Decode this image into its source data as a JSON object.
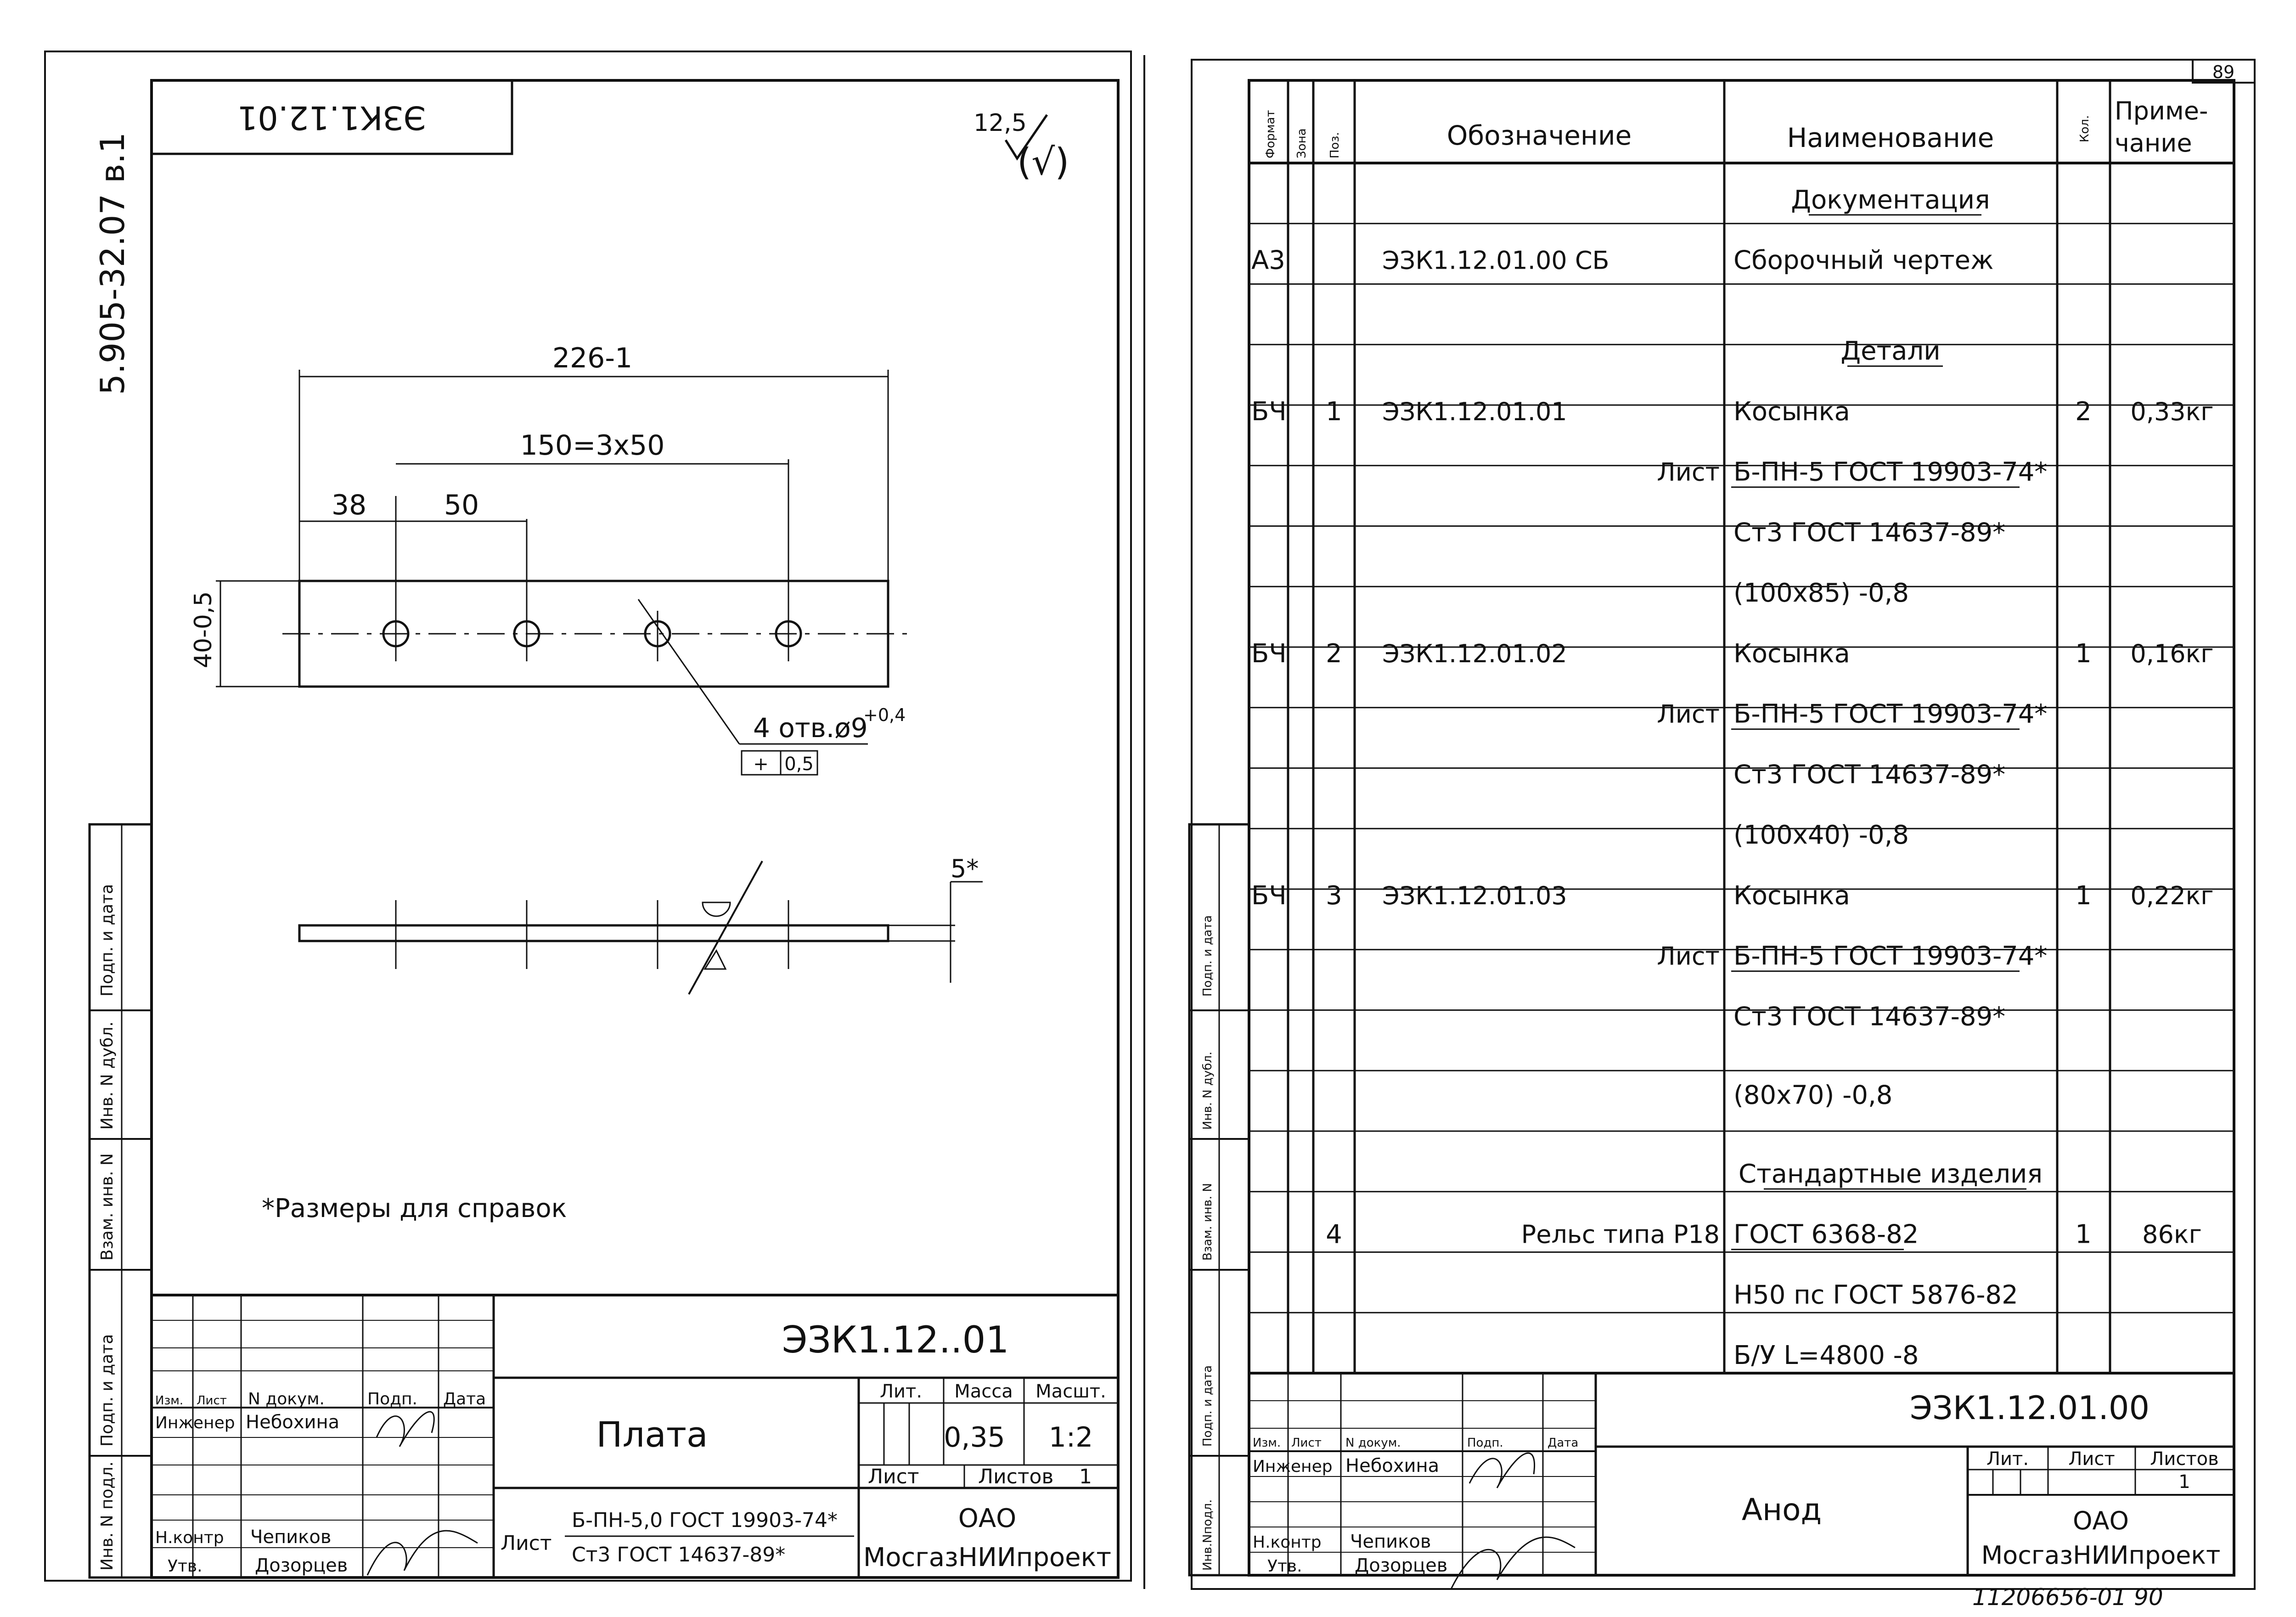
{
  "page_number": "89",
  "left_sheet": {
    "vertical_code": "5.905-32.07 в.1",
    "top_stamp": "ЭЗК1.12.01",
    "roughness": {
      "value": "12,5",
      "paren": "(√)"
    },
    "dimensions": {
      "overall": "226-1",
      "pitch": "150=3х50",
      "first_offset": "38",
      "spacing": "50",
      "height": "40-0,5",
      "holes": "4 отв.ø9",
      "hole_tol": "+0,4",
      "position_sym": "+",
      "position_tol": "0,5",
      "thickness": "5*"
    },
    "note": "*Размеры для справок",
    "side_labels": {
      "sign_date_1": "Подп. и дата",
      "inv_dup": "Инв. N дубл.",
      "vzam_inv": "Взам. инв. N",
      "sign_date_2": "Подп. и дата",
      "inv_orig": "Инв. N подл."
    },
    "title_block": {
      "designation": "ЭЗК1.12..01",
      "name": "Плата",
      "col_izm": "Изм.",
      "col_list": "Лист",
      "col_ndok": "N докум.",
      "col_podp": "Подп.",
      "col_data": "Дата",
      "engineer_role": "Инженер",
      "engineer_name": "Небохина",
      "control_role": "Н.контр",
      "control_name": "Чепиков",
      "approve_role": "Утв.",
      "approve_name": "Дозорцев",
      "lit_label": "Лит.",
      "mass_label": "Масса",
      "scale_label": "Масшт.",
      "mass": "0,35",
      "scale": "1:2",
      "sheet_label": "Лист",
      "sheets_label": "Листов",
      "sheets_value": "1",
      "material_label": "Лист",
      "material_1": "Б-ПН-5,0 ГОСТ 19903-74*",
      "material_2": "Ст3 ГОСТ 14637-89*",
      "org_1": "ОАО",
      "org_2": "МосгазНИИпроект"
    }
  },
  "right_sheet": {
    "headers": {
      "format": "Формат",
      "zone": "Зона",
      "pos": "Поз.",
      "designation": "Обозначение",
      "name": "Наименование",
      "qty": "Кол.",
      "note_1": "Приме-",
      "note_2": "чание"
    },
    "rows": [
      {
        "fmt": "",
        "pos": "",
        "des": "",
        "name": "Документация",
        "qty": "",
        "note": ""
      },
      {
        "fmt": "А3",
        "pos": "",
        "des": "ЭЗК1.12.01.00 СБ",
        "name": "Сборочный чертеж",
        "qty": "",
        "note": ""
      },
      {
        "fmt": "",
        "pos": "",
        "des": "",
        "name": "Детали",
        "qty": "",
        "note": ""
      },
      {
        "fmt": "БЧ",
        "pos": "1",
        "des": "ЭЗК1.12.01.01",
        "name": "Косынка",
        "qty": "2",
        "note": "0,33кг"
      },
      {
        "fmt": "",
        "pos": "",
        "des": "Лист",
        "name": "Б-ПН-5 ГОСТ 19903-74*",
        "qty": "",
        "note": ""
      },
      {
        "fmt": "",
        "pos": "",
        "des": "",
        "name": "Ст3 ГОСТ 14637-89*",
        "qty": "",
        "note": ""
      },
      {
        "fmt": "",
        "pos": "",
        "des": "",
        "name": "(100х85) -0,8",
        "qty": "",
        "note": ""
      },
      {
        "fmt": "БЧ",
        "pos": "2",
        "des": "ЭЗК1.12.01.02",
        "name": "Косынка",
        "qty": "1",
        "note": "0,16кг"
      },
      {
        "fmt": "",
        "pos": "",
        "des": "Лист",
        "name": "Б-ПН-5 ГОСТ 19903-74*",
        "qty": "",
        "note": ""
      },
      {
        "fmt": "",
        "pos": "",
        "des": "",
        "name": "Ст3 ГОСТ 14637-89*",
        "qty": "",
        "note": ""
      },
      {
        "fmt": "",
        "pos": "",
        "des": "",
        "name": "(100х40) -0,8",
        "qty": "",
        "note": ""
      },
      {
        "fmt": "БЧ",
        "pos": "3",
        "des": "ЭЗК1.12.01.03",
        "name": "Косынка",
        "qty": "1",
        "note": "0,22кг"
      },
      {
        "fmt": "",
        "pos": "",
        "des": "Лист",
        "name": "Б-ПН-5 ГОСТ 19903-74*",
        "qty": "",
        "note": ""
      },
      {
        "fmt": "",
        "pos": "",
        "des": "",
        "name": "Ст3 ГОСТ 14637-89*",
        "qty": "",
        "note": ""
      },
      {
        "fmt": "",
        "pos": "",
        "des": "",
        "name": "(80х70) -0,8",
        "qty": "",
        "note": ""
      },
      {
        "fmt": "",
        "pos": "",
        "des": "",
        "name": "Стандартные изделия",
        "qty": "",
        "note": ""
      },
      {
        "fmt": "",
        "pos": "4",
        "des": "Рельс типа Р18",
        "name": "ГОСТ 6368-82",
        "qty": "1",
        "note": "86кг"
      },
      {
        "fmt": "",
        "pos": "",
        "des": "",
        "name": "Н50 пс ГОСТ 5876-82",
        "qty": "",
        "note": ""
      },
      {
        "fmt": "",
        "pos": "",
        "des": "",
        "name": "Б/У L=4800 -8",
        "qty": "",
        "note": ""
      }
    ],
    "side_labels": {
      "sign_date_1": "Подп. и дата",
      "inv_dup": "Инв. N дубл.",
      "vzam_inv": "Взам. инв. N",
      "sign_date_2": "Подп. и дата",
      "inv_orig": "Инв.Nподл."
    },
    "title_block": {
      "designation": "ЭЗК1.12.01.00",
      "name": "Анод",
      "col_izm": "Изм.",
      "col_list": "Лист",
      "col_ndok": "N докум.",
      "col_podp": "Подп.",
      "col_data": "Дата",
      "engineer_role": "Инженер",
      "engineer_name": "Небохина",
      "control_role": "Н.контр",
      "control_name": "Чепиков",
      "approve_role": "Утв.",
      "approve_name": "Дозорцев",
      "lit_label": "Лит.",
      "sheet_label": "Лист",
      "sheets_label": "Листов",
      "sheets_value": "1",
      "org_1": "ОАО",
      "org_2": "МосгазНИИпроект"
    },
    "handwritten_footer": "11206656-01 90"
  }
}
